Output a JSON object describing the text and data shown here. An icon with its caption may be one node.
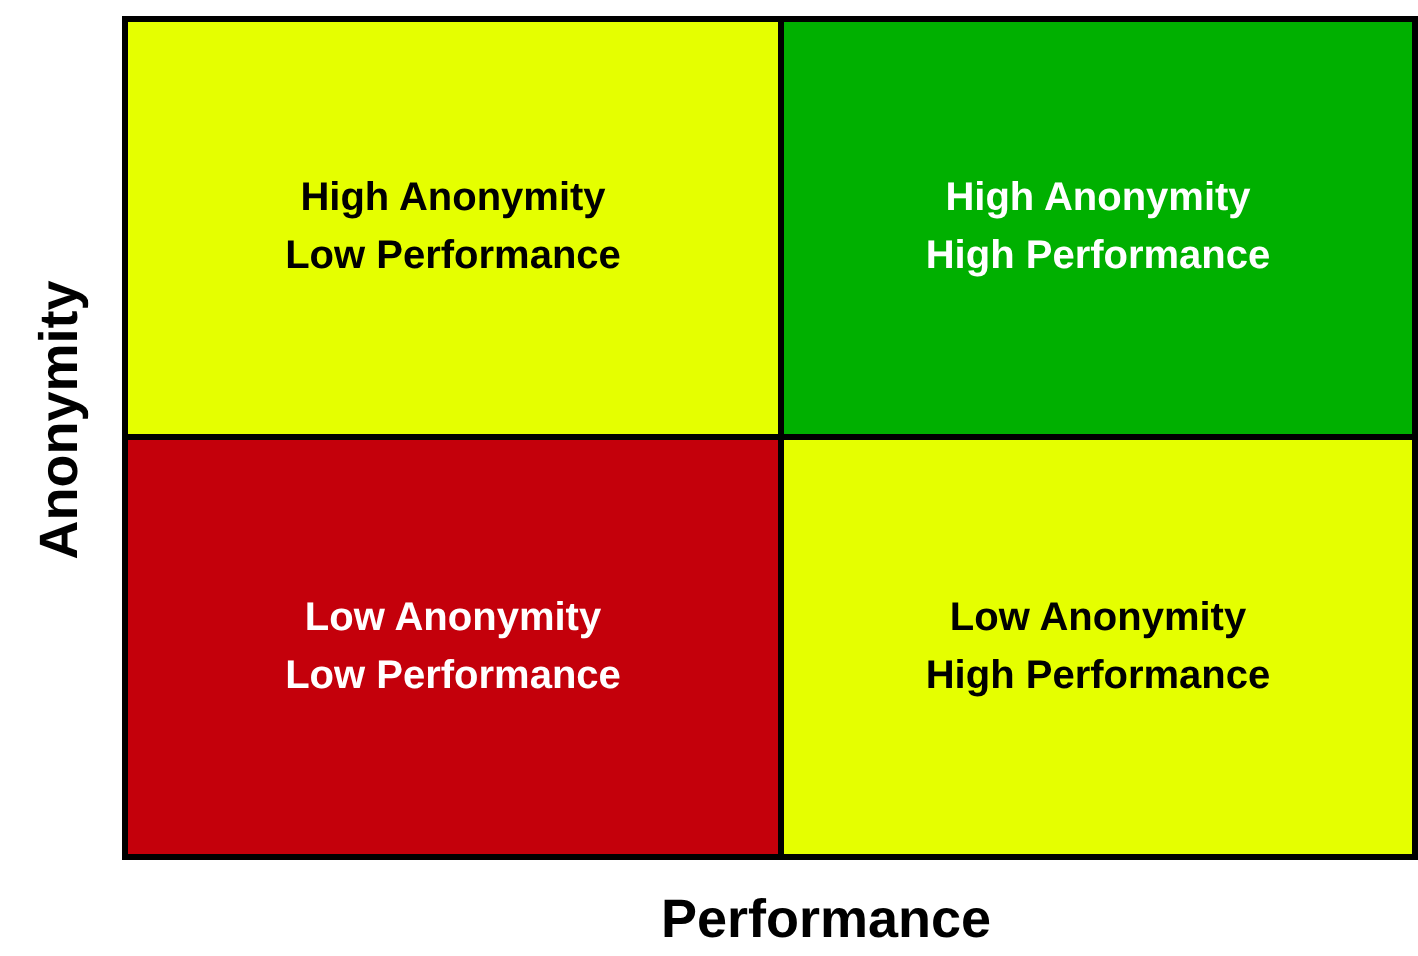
{
  "diagram": {
    "nodes": [
      {
        "text": [
          "High Anonymity",
          "Low Performance"
        ]
      },
      {
        "text": [
          "High Anonymity",
          "High Performance"
        ]
      },
      {
        "text": [
          "Low Anonymity",
          "Low Performance"
        ]
      },
      {
        "text": [
          "Low Anonymity",
          "High Performance"
        ]
      }
    ],
    "labels": [
      "Anonymity",
      "Performance"
    ]
  }
}
